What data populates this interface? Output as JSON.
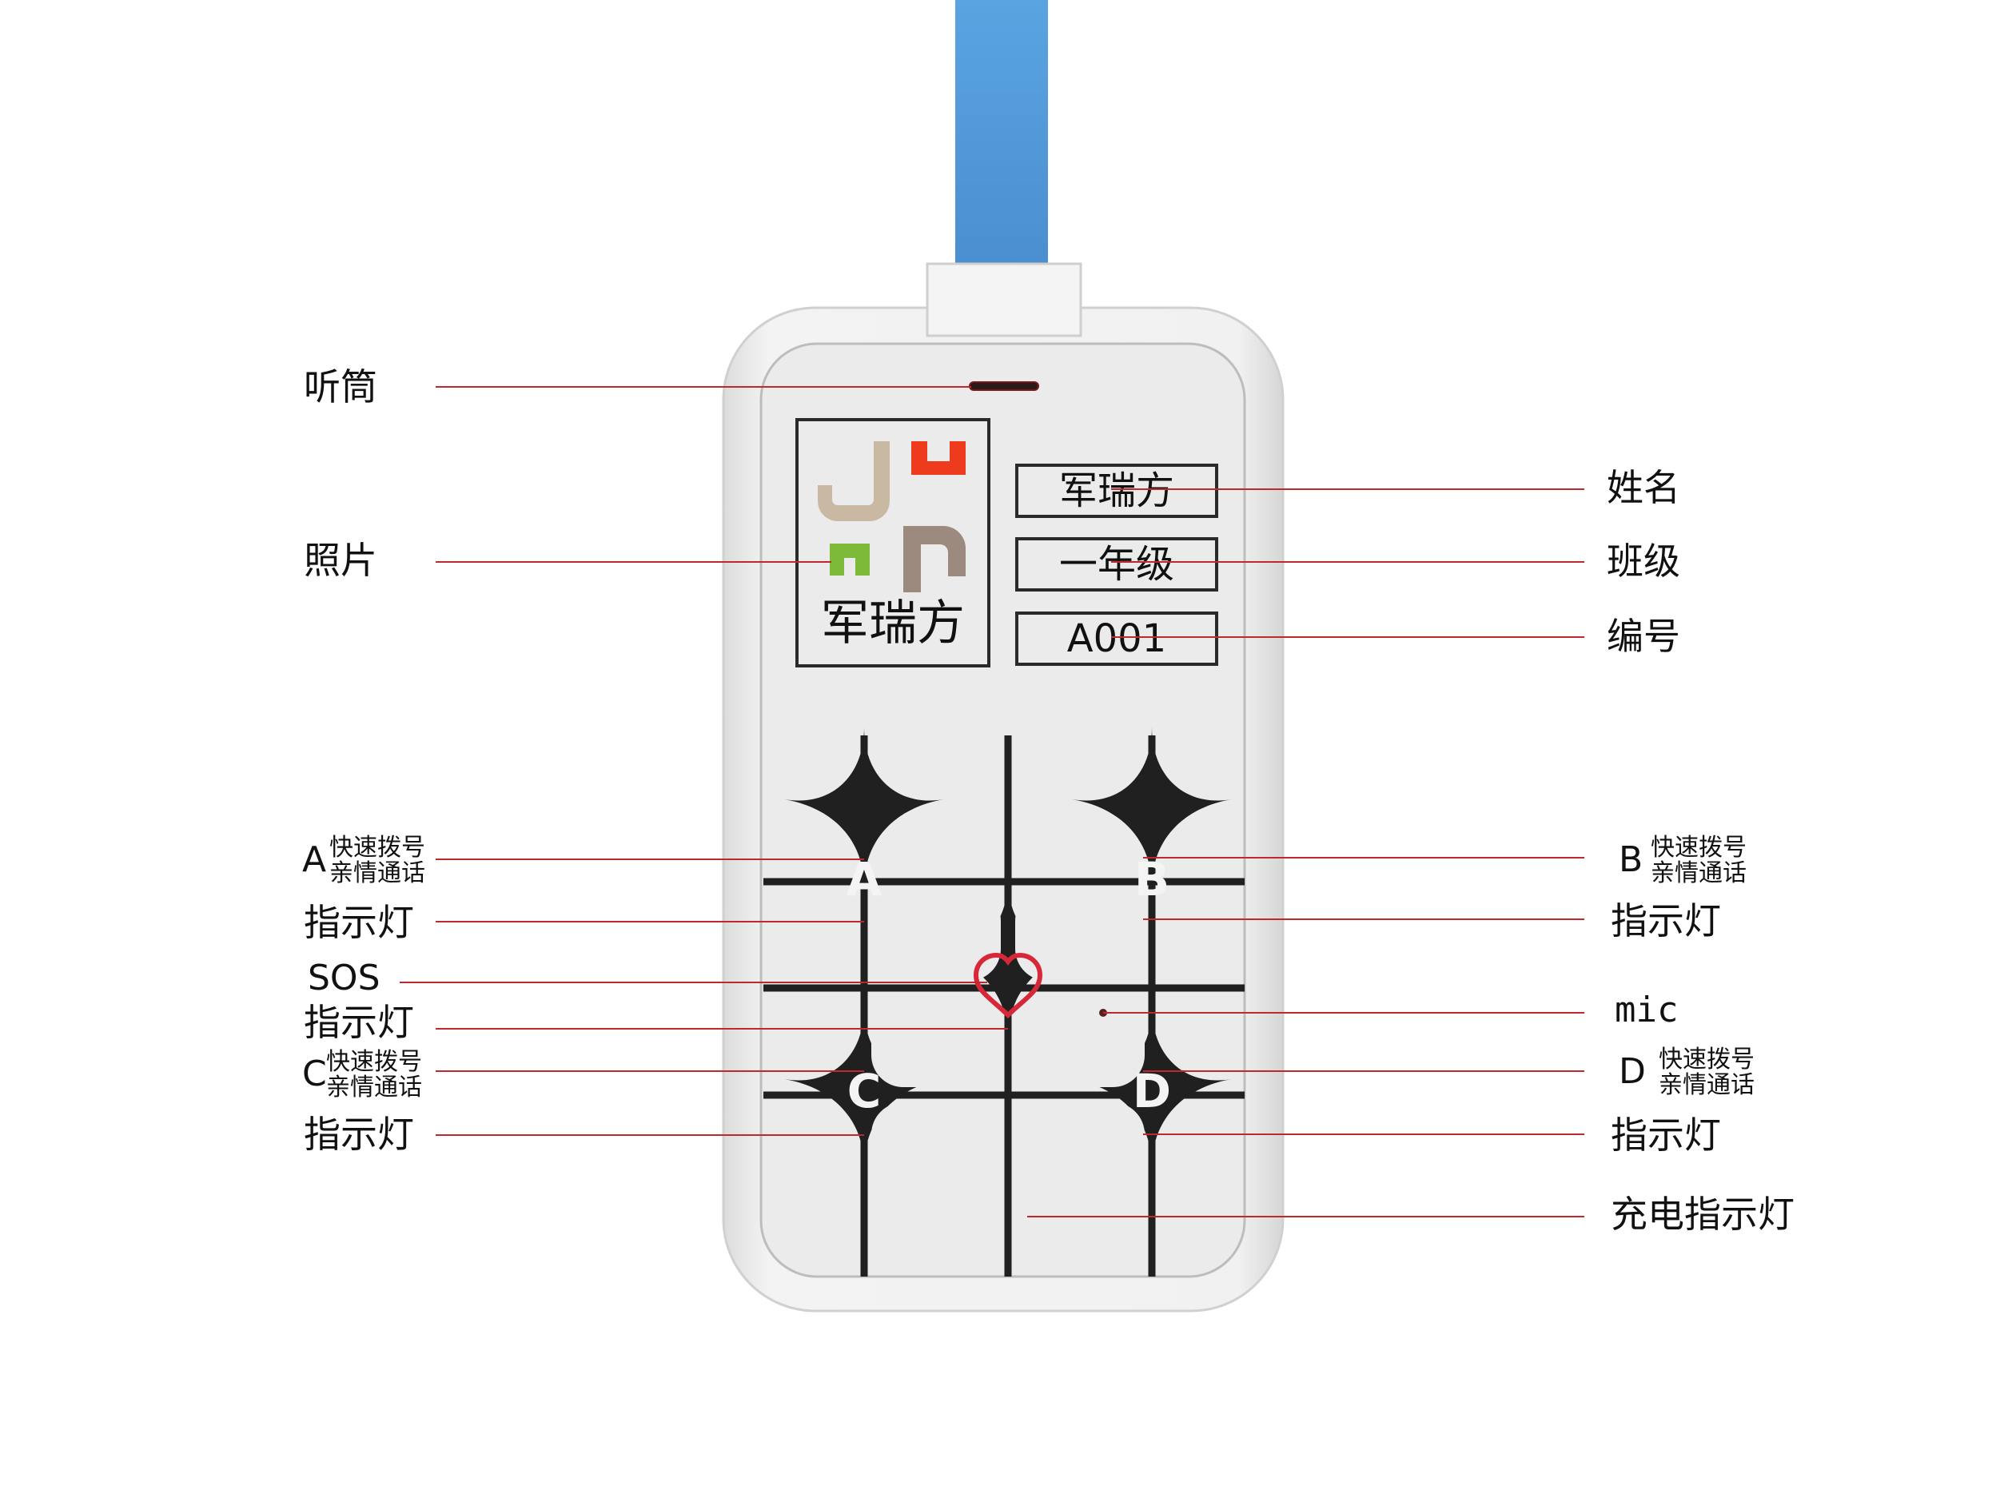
{
  "device": {
    "card_name": "军瑞方",
    "card_grade": "一年级",
    "card_id": "A001",
    "logo_text": "军瑞方",
    "keys": [
      "A",
      "B",
      "C",
      "D"
    ]
  },
  "callouts": {
    "left": {
      "earpiece": "听筒",
      "photo": "照片",
      "key_a_letter": "A",
      "key_a_line1": "快速拨号",
      "key_a_line2": "亲情通话",
      "indicator_1": "指示灯",
      "sos": "SOS",
      "indicator_2": "指示灯",
      "key_c_letter": "C",
      "key_c_line1": "快速拨号",
      "key_c_line2": "亲情通话",
      "indicator_3": "指示灯"
    },
    "right": {
      "name": "姓名",
      "class": "班级",
      "number": "编号",
      "key_b_letter": "B",
      "key_b_line1": "快速拨号",
      "key_b_line2": "亲情通话",
      "indicator_1": "指示灯",
      "mic": "mic",
      "key_d_letter": "D",
      "key_d_line1": "快速拨号",
      "key_d_line2": "亲情通话",
      "indicator_2": "指示灯",
      "charge_indicator": "充电指示灯"
    }
  },
  "colors": {
    "lanyard": "#4f95d6",
    "leader_line": "#c0282d",
    "body": "#eeeeee",
    "face": "#e9e9e9",
    "keypad_lines": "#202020",
    "logo_tan": "#c9b9a2",
    "logo_red": "#ef3b1d",
    "logo_green": "#7dba3a",
    "logo_brown": "#9c8a7f",
    "sos_heart": "#d7283a"
  }
}
